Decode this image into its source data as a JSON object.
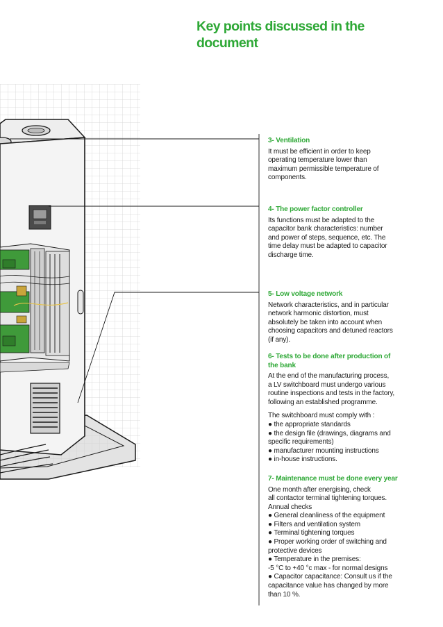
{
  "heading": "Key points discussed in the document",
  "colors": {
    "accent": "#2ea836",
    "text": "#1a1a1a",
    "grid": "#d4d4d4"
  },
  "sections": [
    {
      "title": "3- Ventilation",
      "body": "It must be efficient in order to keep\noperating temperature lower than\nmaximum permissible temperature of\ncomponents."
    },
    {
      "title": "4- The power factor controller",
      "body": "Its functions must be adapted to the\ncapacitor bank characteristics: number\nand power of steps, sequence, etc. The\ntime delay must be adapted to capacitor\ndischarge time."
    },
    {
      "title": "5- Low voltage network",
      "body": "Network characteristics, and in particular\nnetwork harmonic distortion, must\nabsolutely be taken into account when\nchoosing capacitors and detuned reactors\n(if any)."
    },
    {
      "title": "6- Tests to be done after production of\nthe bank",
      "body": "At the end of the manufacturing process,\na LV switchboard must undergo various\nroutine inspections and tests in the factory,\nfollowing an established programme.",
      "body2": "The switchboard must comply with :\n● the appropriate standards\n● the design file (drawings, diagrams and\nspecific requirements)\n● manufacturer mounting instructions\n● in-house instructions."
    },
    {
      "title": "7- Maintenance must be done every year",
      "body": "One month after energising, check\nall contactor terminal tightening torques.\nAnnual checks\n● General cleanliness of the equipment\n● Filters and ventilation system\n● Terminal tightening torques\n● Proper working order of switching and\nprotective devices\n● Temperature in the premises:\n-5 °C to +40 °c max - for normal designs\n● Capacitor capacitance: Consult us if the\ncapacitance value has changed by more\nthan 10 %."
    }
  ]
}
